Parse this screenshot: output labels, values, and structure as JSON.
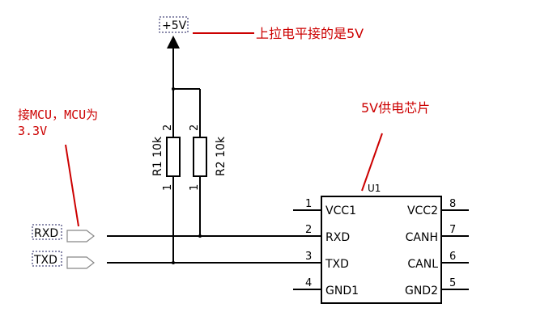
{
  "power": {
    "net_label": "+5V"
  },
  "annotations": {
    "pullup_note": "上拉电平接的是5V",
    "mcu_note_line1": "接MCU，MCU为",
    "mcu_note_line2": "3.3V",
    "chip_note": "5V供电芯片"
  },
  "resistors": [
    {
      "ref": "R1",
      "value": "10k",
      "label": "R1 10k",
      "pin_top": "2",
      "pin_bottom": "1"
    },
    {
      "ref": "R2",
      "value": "10k",
      "label": "R2 10k",
      "pin_top": "2",
      "pin_bottom": "1"
    }
  ],
  "ports": [
    {
      "name": "RXD"
    },
    {
      "name": "TXD"
    }
  ],
  "ic": {
    "ref": "U1",
    "left_pins": [
      {
        "num": "1",
        "name": "VCC1"
      },
      {
        "num": "2",
        "name": "RXD"
      },
      {
        "num": "3",
        "name": "TXD"
      },
      {
        "num": "4",
        "name": "GND1"
      }
    ],
    "right_pins": [
      {
        "num": "8",
        "name": "VCC2"
      },
      {
        "num": "7",
        "name": "CANH"
      },
      {
        "num": "6",
        "name": "CANL"
      },
      {
        "num": "5",
        "name": "GND2"
      }
    ]
  }
}
